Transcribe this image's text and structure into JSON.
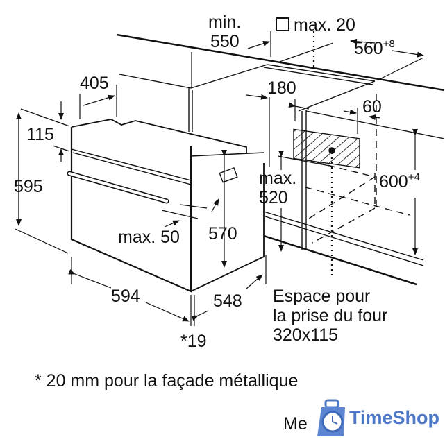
{
  "diagram": {
    "title": "Oven built-in installation dimensions",
    "unit": "mm",
    "labels": {
      "min_label": "min.",
      "min_value": "550",
      "max_thickness": "max. 20",
      "niche_width": "560",
      "niche_width_tol": "+8",
      "depth_405": "405",
      "depth_180": "180",
      "depth_60": "60",
      "front_height_115": "115",
      "total_height": "595",
      "niche_height": "600",
      "niche_height_tol": "+4",
      "max_label": "max.",
      "max_520": "520",
      "max_50": "max. 50",
      "body_height": "570",
      "width_594": "594",
      "depth_548": "548",
      "front_offset": "*19",
      "socket_line1": "Espace pour",
      "socket_line2": "la prise du four",
      "socket_line3": "320x115"
    },
    "footnote": "* 20 mm pour la façade métallique",
    "cut_text": "Me"
  },
  "watermark": {
    "brand": "TimeShop",
    "icon": "clock-bag-icon",
    "color": "#4b79c8"
  }
}
